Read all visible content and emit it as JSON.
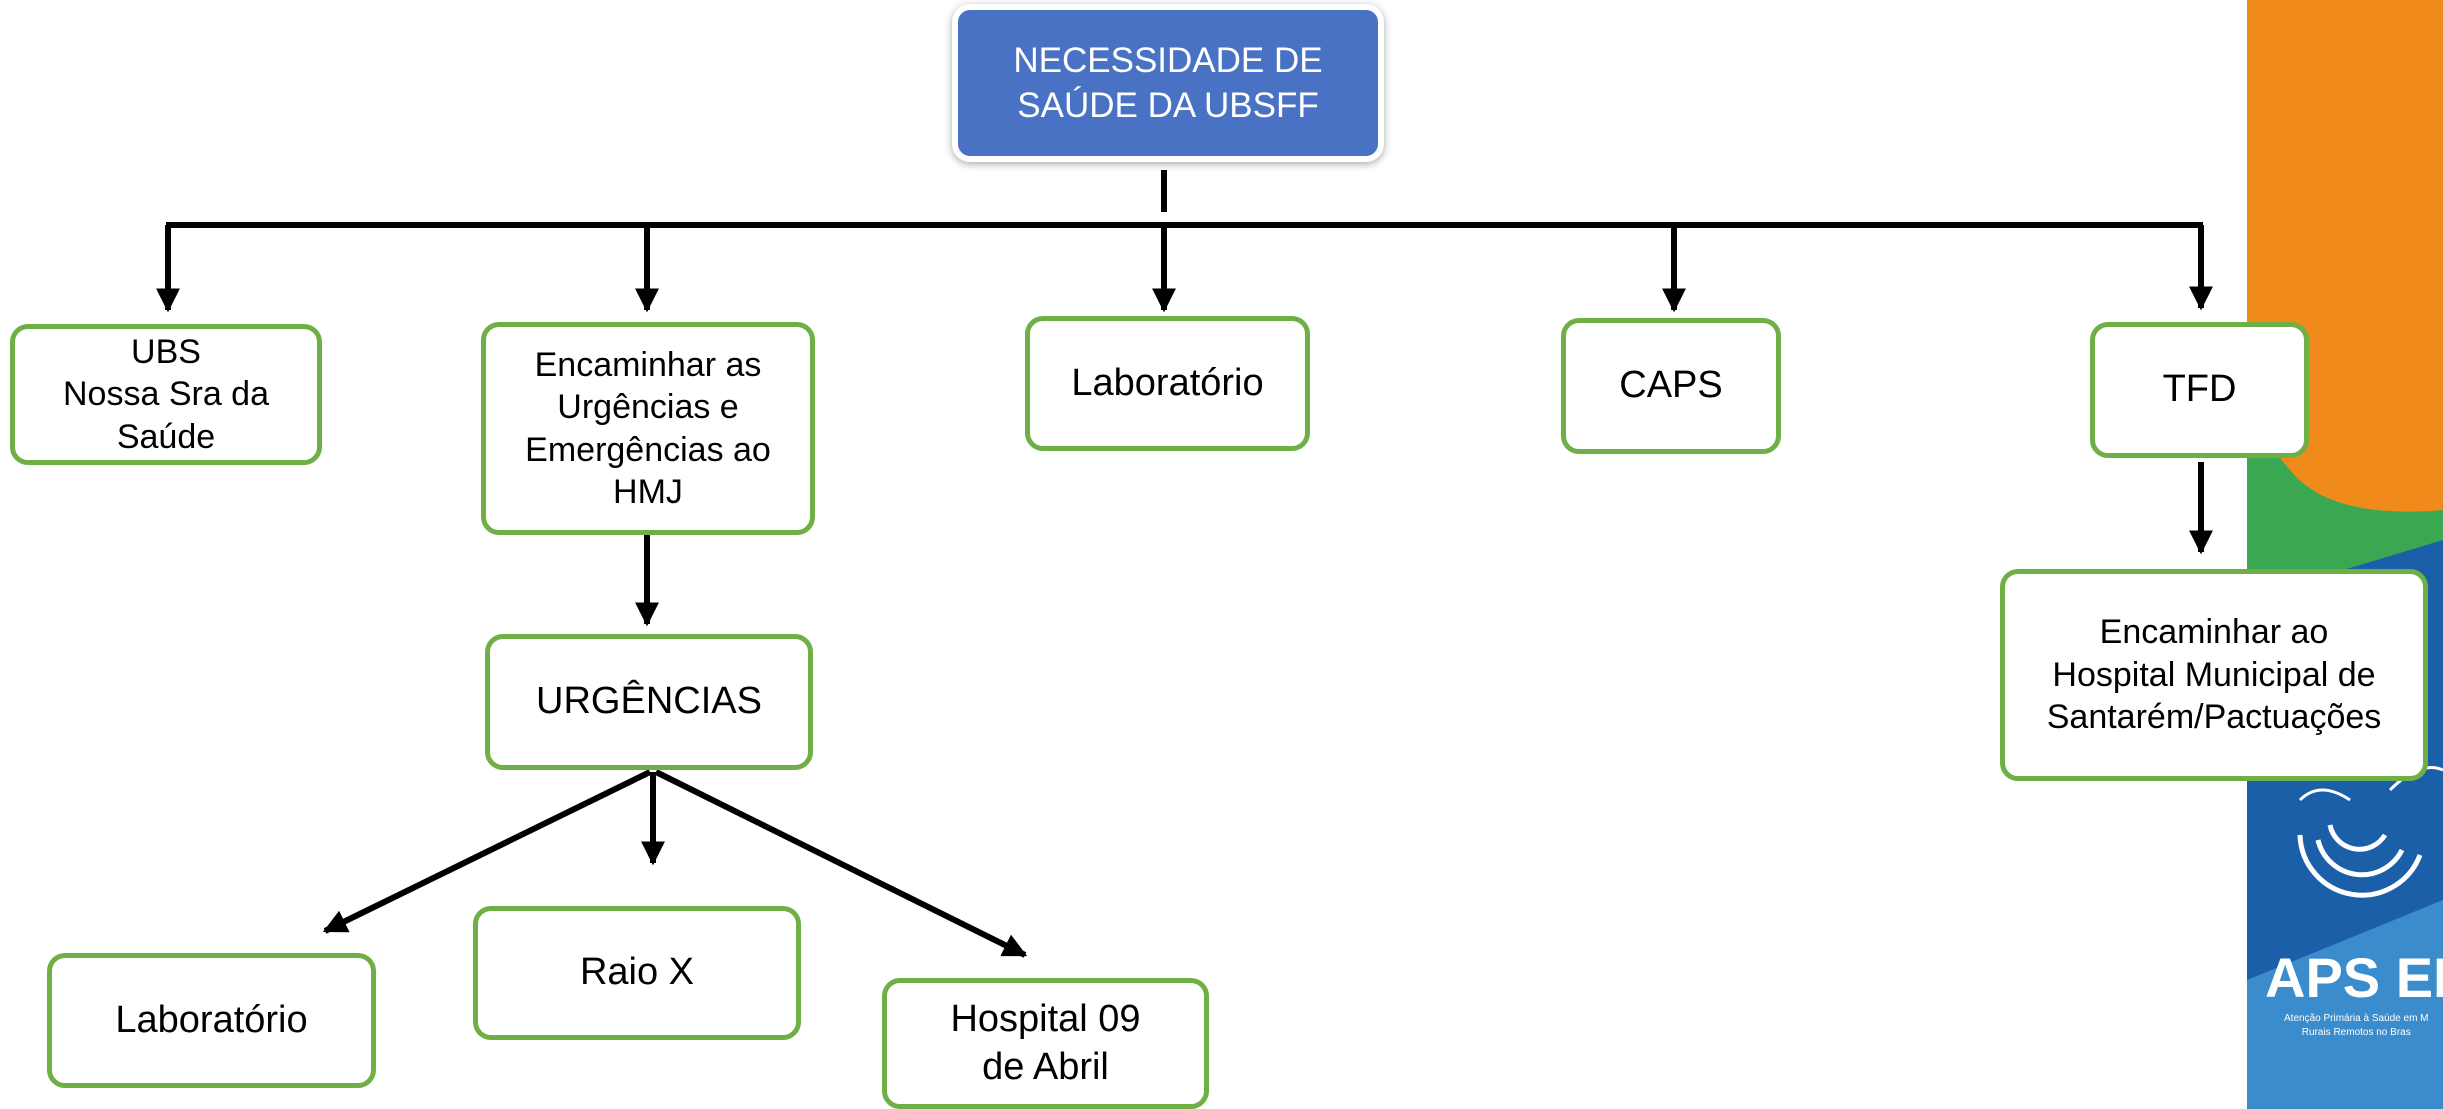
{
  "diagram": {
    "root": {
      "label": "NECESSIDADE DE\nSAÚDE  DA UBSFF"
    },
    "branches": {
      "ubs": "UBS\nNossa Sra da\nSaúde",
      "encaminhar_urgencias": "Encaminhar as\nUrgências e\nEmergências ao\nHMJ",
      "laboratorio": "Laboratório",
      "caps": "CAPS",
      "tfd": "TFD"
    },
    "urgencias": {
      "label": "URGÊNCIAS",
      "children": {
        "laboratorio": "Laboratório",
        "raio_x": "Raio X",
        "hospital": "Hospital 09\nde Abril"
      }
    },
    "tfd_child": "Encaminhar ao\nHospital Municipal de\nSantarém/Pactuações"
  },
  "branding": {
    "logo_label": "APS EM M",
    "logo_subtitle": "Atenção Primária à Saúde em M\nRurais Remotos no Bras",
    "colors": {
      "orange": "#f08a1b",
      "green": "#3aa852",
      "blue": "#1a5fa8",
      "light_blue": "#3a8ccc",
      "box_border": "#6fb046",
      "root_fill": "#4a72c4"
    }
  }
}
